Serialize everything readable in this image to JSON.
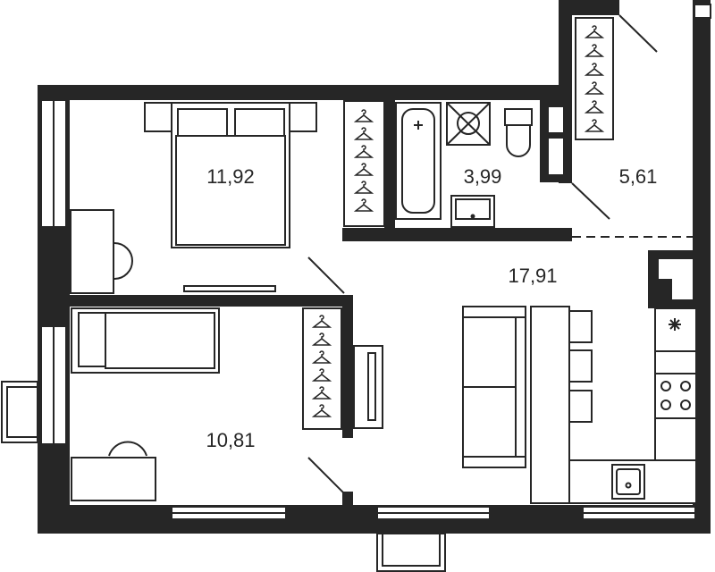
{
  "plan": {
    "rooms": [
      {
        "id": "bedroom",
        "area": "11,92"
      },
      {
        "id": "bathroom",
        "area": "3,99"
      },
      {
        "id": "hallway",
        "area": "5,61"
      },
      {
        "id": "living-kitchen",
        "area": "17,91"
      },
      {
        "id": "kids-room",
        "area": "10,81"
      }
    ],
    "colors": {
      "wall": "#262626",
      "background": "#ffffff"
    }
  }
}
